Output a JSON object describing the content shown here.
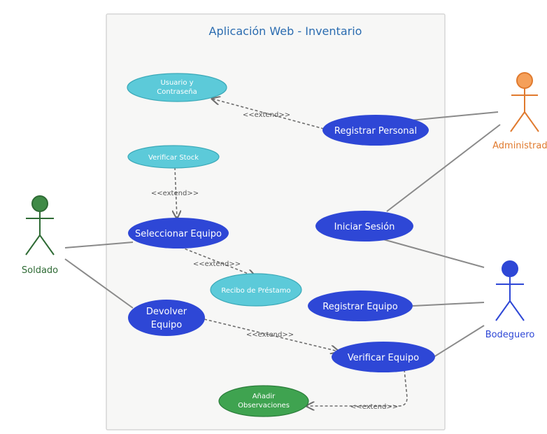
{
  "system": {
    "title": "Aplicación Web - Inventario"
  },
  "colors": {
    "primary_usecase": "#2e47d6",
    "secondary_usecase": "#5ccad9",
    "observaciones_usecase": "#3fa350",
    "administrador": "#e07a2e",
    "soldado": "#2f6b35",
    "bodeguero": "#2e47d6",
    "boundary_fill": "#f7f7f6",
    "boundary_stroke": "#d6d6d6"
  },
  "actors": {
    "administrador": {
      "label": "Administrador"
    },
    "soldado": {
      "label": "Soldado"
    },
    "bodeguero": {
      "label": "Bodeguero"
    }
  },
  "usecases": {
    "usuario_contrasena": [
      "Usuario y",
      "Contraseña"
    ],
    "registrar_personal": [
      "Registrar Personal"
    ],
    "verificar_stock": [
      "Verificar Stock"
    ],
    "seleccionar_equipo": [
      "Seleccionar Equipo"
    ],
    "iniciar_sesion": [
      "Iniciar Sesión"
    ],
    "recibo_prestamo": [
      "Recibo de Préstamo"
    ],
    "registrar_equipo": [
      "Registrar Equipo"
    ],
    "devolver_equipo": [
      "Devolver",
      "Equipo"
    ],
    "verificar_equipo": [
      "Verificar Equipo"
    ],
    "anadir_observaciones": [
      "Añadir",
      "Observaciones"
    ]
  },
  "relations": {
    "extend_label": "<<extend>>"
  }
}
